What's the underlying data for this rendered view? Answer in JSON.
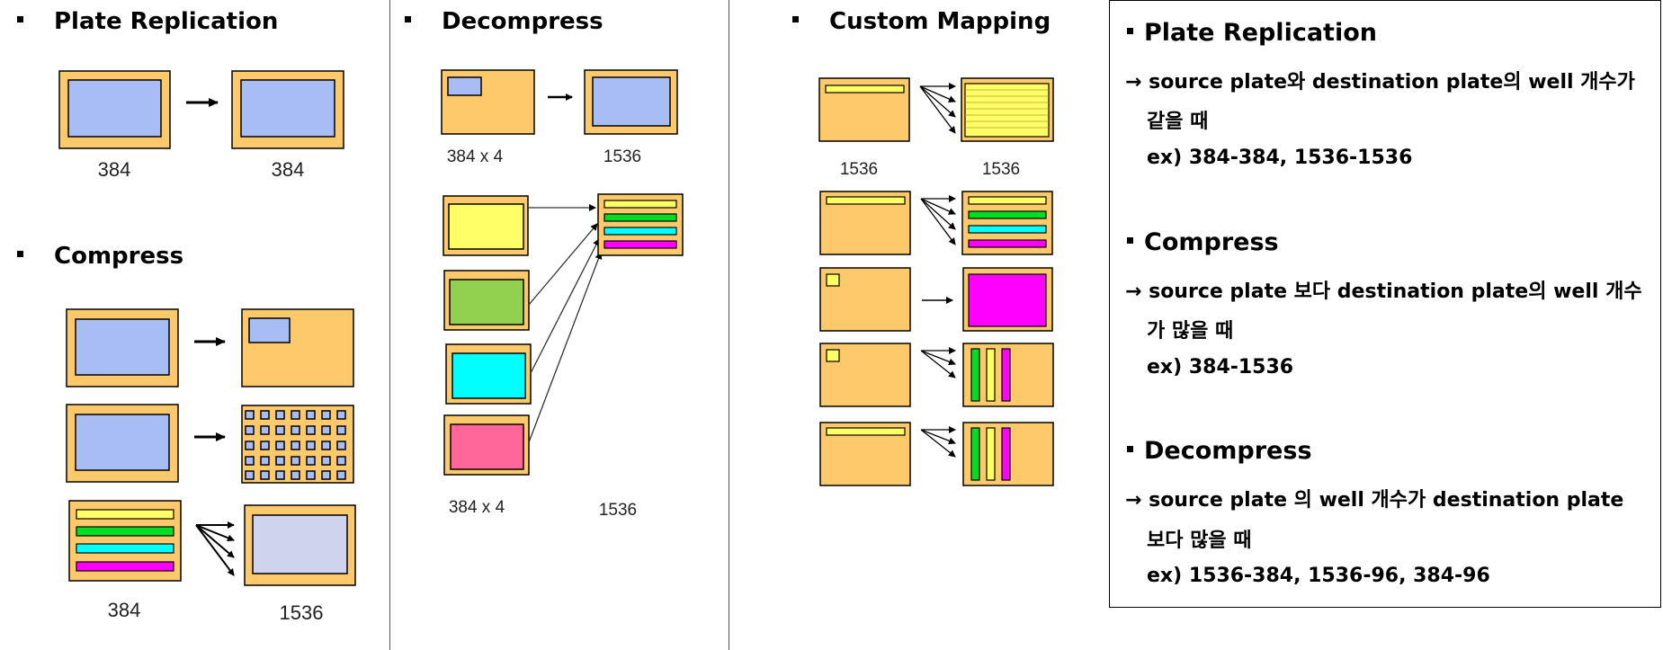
{
  "sections": {
    "plate_replication": {
      "title": "Plate Replication",
      "labels": [
        "384",
        "384"
      ]
    },
    "compress": {
      "title": "Compress",
      "labels": [
        "384",
        "1536"
      ]
    },
    "decompress": {
      "title": "Decompress",
      "labels": [
        "384 x 4",
        "1536",
        "384 x 4",
        "1536"
      ]
    },
    "custom_mapping": {
      "title": "Custom Mapping",
      "labels": [
        "1536",
        "1536"
      ]
    }
  },
  "info_box": {
    "plate_replication": {
      "title": "Plate Replication",
      "line1": "→ source plate와 destination plate의 well 개수가",
      "line2": "같을 때",
      "example": "ex) 384-384,  1536-1536"
    },
    "compress": {
      "title": "Compress",
      "line1": "→ source plate 보다 destination plate의 well 개수",
      "line2": "가 많을 때",
      "example": "ex) 384-1536"
    },
    "decompress": {
      "title": "Decompress",
      "line1": "→ source plate 의 well 개수가 destination plate",
      "line2": "보다 많을 때",
      "example": "ex) 1536-384,  1536-96,  384-96"
    }
  },
  "colors": {
    "plate_orange": "#fec96a",
    "well_blue": "#a7bdf4",
    "well_lavender": "#d0d3ee",
    "yellow": "#ffff66",
    "green": "#00dd22",
    "cyan": "#00ffff",
    "magenta": "#ff00ff",
    "pink": "#ff6699",
    "olive_green": "#92d050"
  }
}
